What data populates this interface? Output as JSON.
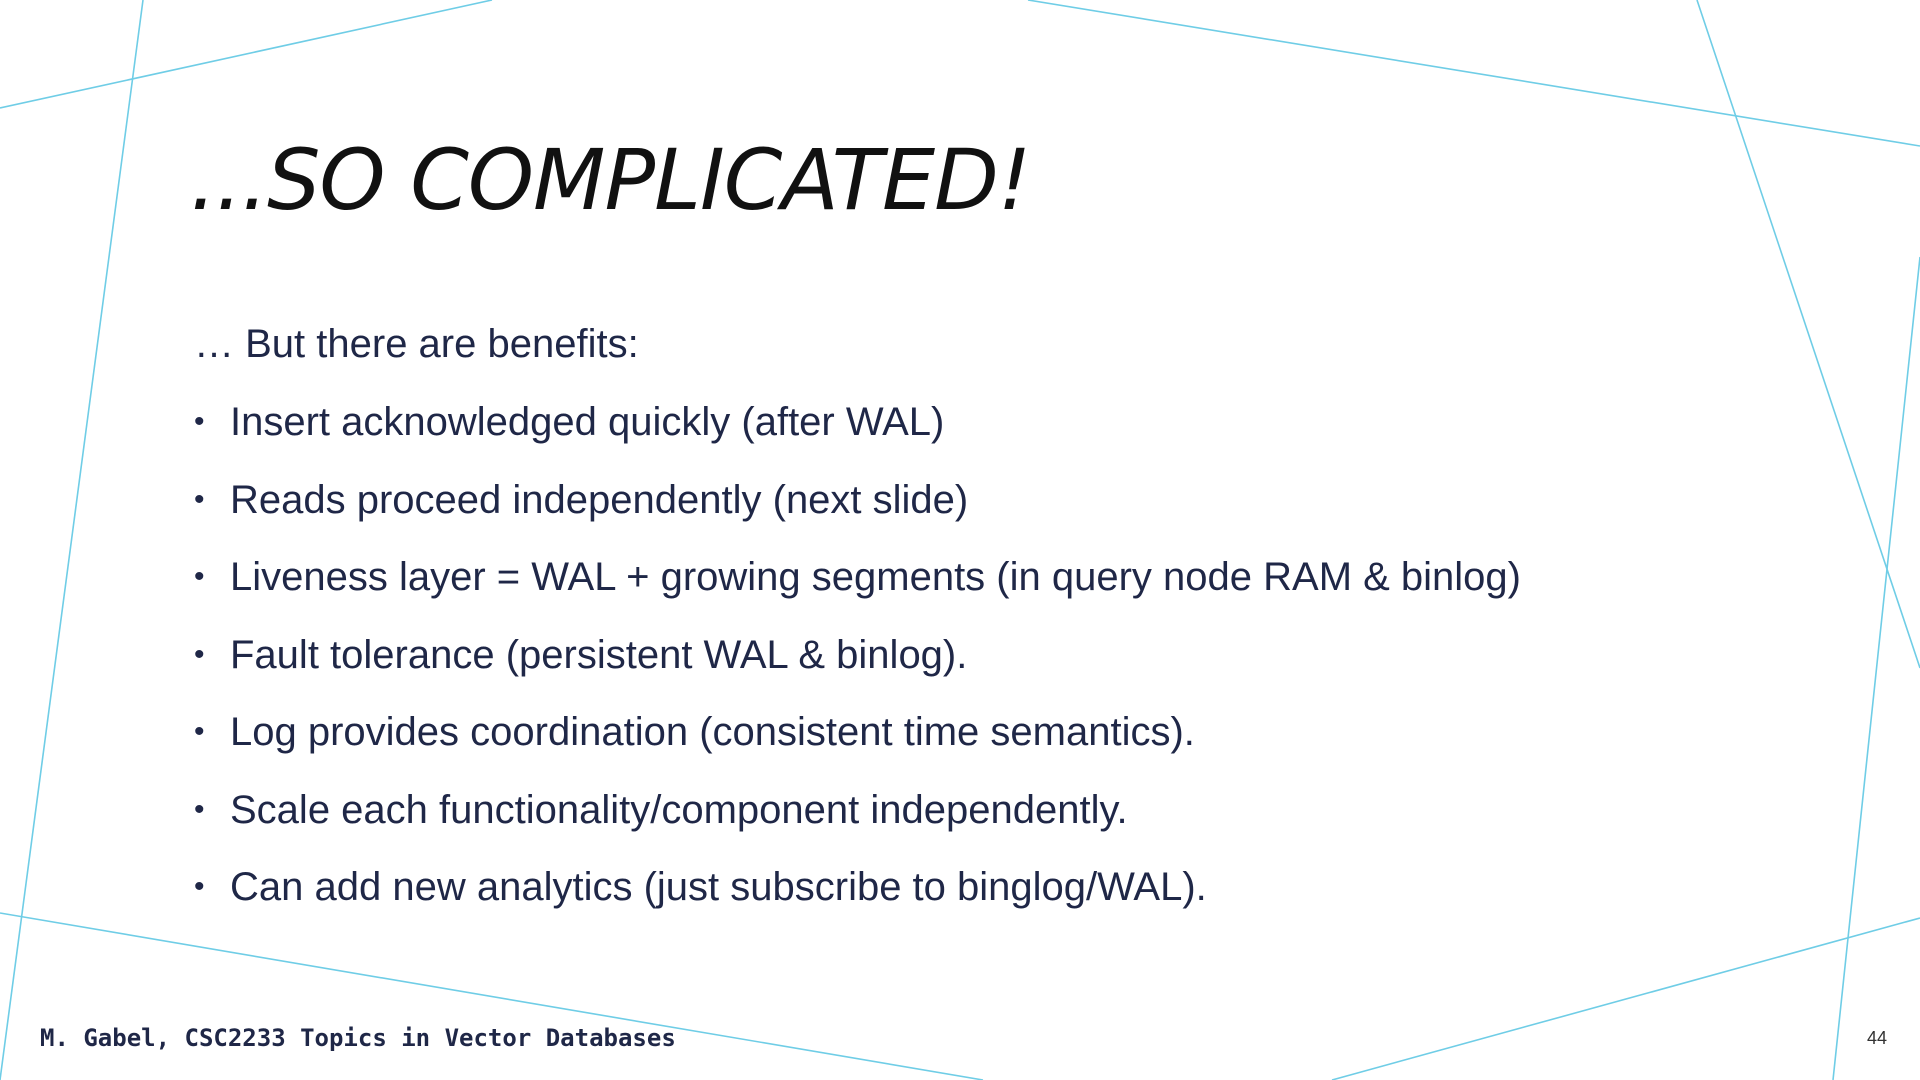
{
  "slide": {
    "title": "...SO COMPLICATED!",
    "intro": "… But there are benefits:",
    "bullet_symbol": "•",
    "bullets": [
      "Insert acknowledged quickly (after WAL)",
      "Reads proceed independently (next slide)",
      "Liveness layer = WAL + growing segments (in query node RAM & binlog)",
      "Fault tolerance (persistent WAL & binlog).",
      "Log provides coordination (consistent time semantics).",
      "Scale each functionality/component independently.",
      "Can add new analytics (just subscribe to binglog/WAL)."
    ]
  },
  "footer": {
    "credit": "M. Gabel, CSC2233 Topics in Vector Databases",
    "page_number": "44"
  },
  "colors": {
    "background": "#ffffff",
    "title_text": "#111111",
    "body_text": "#1f2747",
    "decorative_lines": "#6fcde6"
  }
}
